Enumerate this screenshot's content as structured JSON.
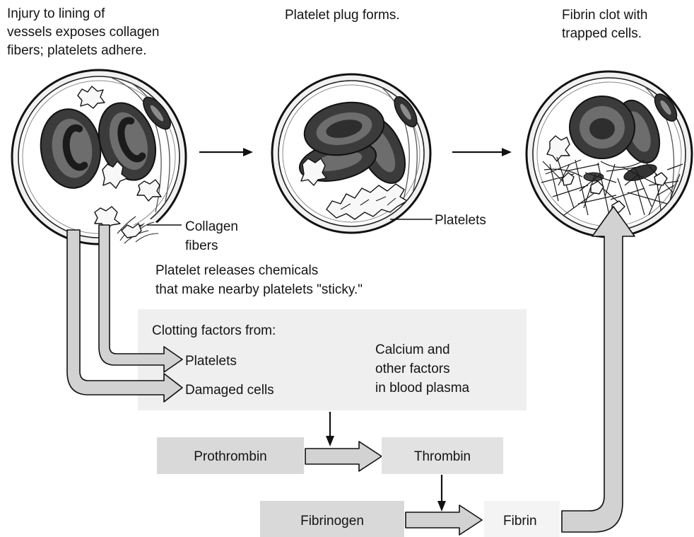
{
  "stages": [
    {
      "caption": [
        "Injury to lining of",
        "vessels exposes collagen",
        "fibers; platelets adhere."
      ],
      "label": [
        "Collagen",
        "fibers"
      ]
    },
    {
      "caption": [
        "Platelet plug forms."
      ],
      "label": [
        "Platelets"
      ]
    },
    {
      "caption": [
        "Fibrin clot with",
        "trapped cells."
      ]
    }
  ],
  "release_note": [
    "Platelet releases chemicals",
    "that make nearby platelets \"sticky.\""
  ],
  "clotting_factors": {
    "heading": "Clotting factors from:",
    "sources": [
      "Platelets",
      "Damaged cells"
    ],
    "plasma_note": [
      "Calcium and",
      "other factors",
      "in blood plasma"
    ]
  },
  "cascade": {
    "prothrombin": "Prothrombin",
    "thrombin": "Thrombin",
    "fibrinogen": "Fibrinogen",
    "fibrin": "Fibrin"
  },
  "colors": {
    "panel": "#efefef",
    "box": "#d9d9d9",
    "box_light": "#e2e2e2",
    "fibrin_box": "#f4f4f4",
    "arrow_fill": "#d2d2d2"
  }
}
